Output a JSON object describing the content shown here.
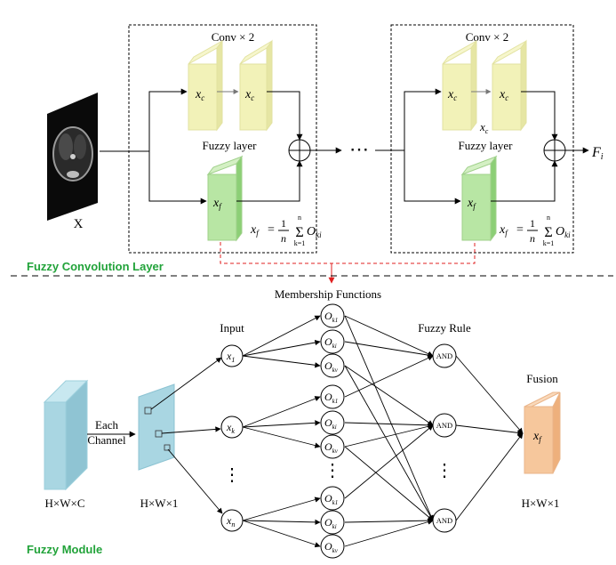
{
  "colors": {
    "conv_cube": "#f2f2b8",
    "fuzzy_cube": "#b8e6a4",
    "feature_map": "#a9d6e2",
    "fusion_box": "#f6c79c",
    "section_title": "#22a33a",
    "link_arrow": "#e02020"
  },
  "top": {
    "section_title": "Fuzzy Convolution Layer",
    "input_label": "X",
    "output_label": "F",
    "output_sub": "i",
    "ellipsis": "⋯",
    "block1": {
      "conv_label": "Conv × 2",
      "fuzzy_label": "Fuzzy layer",
      "xc_main": "x",
      "xc_sub": "c",
      "xf_main": "x",
      "xf_sub": "f",
      "formula_lhs": "x",
      "formula_lhs_sub": "f",
      "formula_eq": "=",
      "formula_num": "1",
      "formula_den": "n",
      "sigma": "Σ",
      "sigma_top": "n",
      "sigma_bottom": "k=1",
      "formula_o": "O",
      "formula_o_sub": "ki"
    },
    "block2": {
      "conv_label": "Conv × 2",
      "fuzzy_label": "Fuzzy layer",
      "xc_main": "x",
      "xc_sub": "c",
      "extra_xc_main": "x",
      "extra_xc_sub": "c",
      "xf_main": "x",
      "xf_sub": "f",
      "formula_lhs": "x",
      "formula_lhs_sub": "f",
      "formula_eq": "=",
      "formula_num": "1",
      "formula_den": "n",
      "sigma": "Σ",
      "sigma_top": "n",
      "sigma_bottom": "k=1",
      "formula_o": "O",
      "formula_o_sub": "ki"
    }
  },
  "bottom": {
    "section_title": "Fuzzy Module",
    "membership_title": "Membership Functions",
    "input_title": "Input",
    "rule_title": "Fuzzy Rule",
    "fusion_title": "Fusion",
    "hwc_label": "H×W×C",
    "each_label": "Each",
    "channel_label": "Channel",
    "hw1_left": "H×W×1",
    "hw1_right": "H×W×1",
    "vdots": "⋮",
    "fusion_main": "x",
    "fusion_sub": "f",
    "inputs": [
      {
        "main": "x",
        "sub": "1"
      },
      {
        "main": "x",
        "sub": "k"
      },
      {
        "main": "x",
        "sub": "n"
      }
    ],
    "membership_nodes": [
      {
        "main": "O",
        "sub": "k1"
      },
      {
        "main": "O",
        "sub": "ki"
      },
      {
        "main": "O",
        "sub": "kv"
      },
      {
        "main": "O",
        "sub": "k1"
      },
      {
        "main": "O",
        "sub": "ki"
      },
      {
        "main": "O",
        "sub": "kv"
      },
      {
        "main": "O",
        "sub": "k1"
      },
      {
        "main": "O",
        "sub": "ki"
      },
      {
        "main": "O",
        "sub": "kv"
      }
    ],
    "and_label": "AND"
  }
}
